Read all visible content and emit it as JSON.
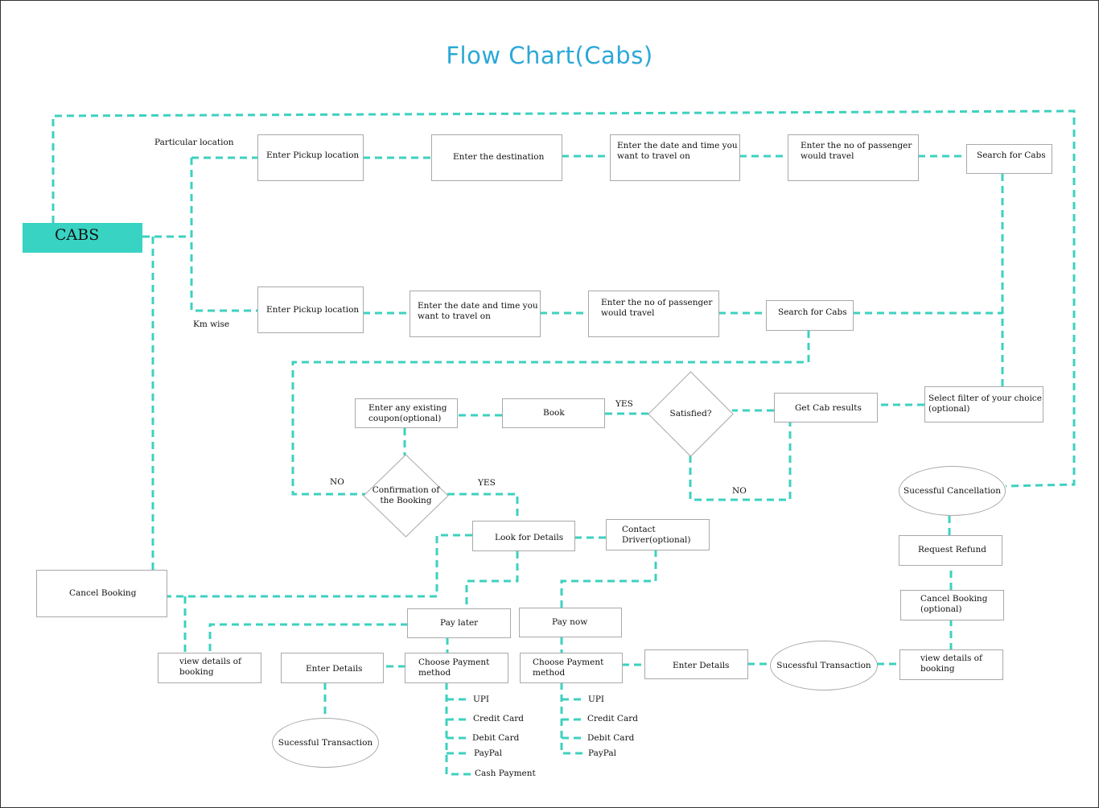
{
  "title": "Flow Chart(Cabs)",
  "root": "CABS",
  "colors": {
    "connector": "#3dd1bf",
    "root_fill": "#38d3c2",
    "title": "#2aa8d8"
  },
  "branch_labels": {
    "particular": "Particular location",
    "km": "Km wise"
  },
  "row1": {
    "pickup": "Enter Pickup location",
    "destination": "Enter the destination",
    "datetime": "Enter the date and time you\nwant to travel on",
    "passengers": "Enter the no of passenger\nwould travel",
    "search": "Search for Cabs"
  },
  "row2": {
    "pickup": "Enter Pickup location",
    "datetime": "Enter the date and time you\nwant to travel on",
    "passengers": "Enter the no of passenger\nwould travel",
    "search": "Search for Cabs"
  },
  "results": {
    "filter": "Select filter of  your choice\n(optional)",
    "get_results": "Get Cab results",
    "satisfied": "Satisfied?",
    "yes": "YES",
    "no": "NO",
    "book": "Book",
    "coupon": "Enter any existing\ncoupon(optional)"
  },
  "confirmation": {
    "label": "Confirmation of\n the Booking",
    "no": "NO",
    "yes": "YES"
  },
  "details": {
    "look": "Look for Details",
    "contact": "Contact\nDriver(optional)",
    "pay_later": "Pay later",
    "pay_now": "Pay now"
  },
  "left_path": {
    "cancel_booking": "Cancel Booking",
    "view_details": "view details of\nbooking",
    "enter_details": "Enter Details",
    "choose_payment": "Choose Payment\nmethod",
    "success": "Sucessful Transaction",
    "options": [
      "UPI",
      "Credit Card",
      "Debit Card",
      "PayPal",
      "Cash Payment"
    ]
  },
  "right_path": {
    "choose_payment": "Choose Payment\nmethod",
    "enter_details": "Enter Details",
    "success": "Sucessful Transaction",
    "view_details": "view details of\nbooking",
    "options": [
      "UPI",
      "Credit Card",
      "Debit Card",
      "PayPal"
    ]
  },
  "cancellation": {
    "cancel_optional": "Cancel Booking\n(optional)",
    "refund": "Request Refund",
    "success": "Sucessful Cancellation"
  }
}
